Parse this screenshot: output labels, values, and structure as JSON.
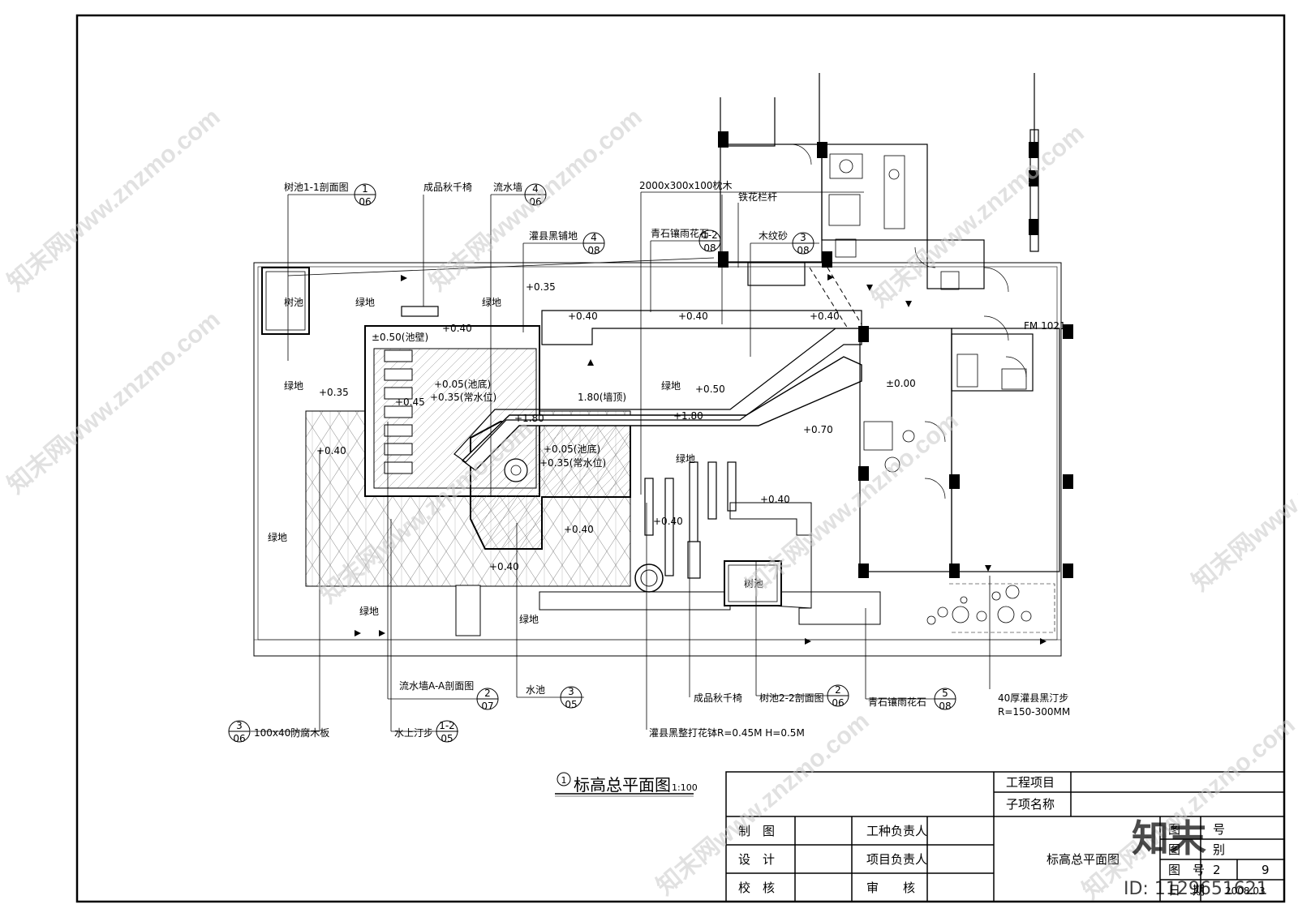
{
  "drawing": {
    "title_number": "1",
    "title": "标高总平面图",
    "scale": "1:100"
  },
  "zones": {
    "tree_pit": "树池",
    "green": "绿地",
    "fm": "FM 1021"
  },
  "elevations": {
    "e035": "+0.35",
    "e040": "+0.40",
    "e045": "+0.45",
    "e050": "+0.50",
    "e070": "+0.70",
    "e000": "±0.00",
    "e180": "+1.80",
    "pool_wall": "±0.50(池壁)",
    "pool_bottom": "+0.05(池底)",
    "water_level": "+0.35(常水位)",
    "wall_top": "1.80(墙顶)"
  },
  "callouts_top": [
    {
      "label": "树池1-1剖面图",
      "num": "1",
      "sheet": "06"
    },
    {
      "label": "成品秋千椅",
      "num": "",
      "sheet": ""
    },
    {
      "label": "流水墙",
      "num": "4",
      "sheet": "06"
    },
    {
      "label": "灌县黑铺地",
      "num": "4",
      "sheet": "08"
    },
    {
      "label": "2000x300x100枕木",
      "num": "",
      "sheet": ""
    },
    {
      "label": "青石镶雨花石",
      "num": "1-2",
      "sheet": "08"
    },
    {
      "label": "铁花栏杆",
      "num": "",
      "sheet": ""
    },
    {
      "label": "木纹砂",
      "num": "3",
      "sheet": "08"
    }
  ],
  "callouts_bottom": [
    {
      "label": "流水墙A-A剖面图",
      "num": "2",
      "sheet": "07"
    },
    {
      "label": "水池",
      "num": "3",
      "sheet": "05"
    },
    {
      "label": "成品秋千椅",
      "num": "",
      "sheet": ""
    },
    {
      "label": "树池2-2剖面图",
      "num": "2",
      "sheet": "06"
    },
    {
      "label": "青石镶雨花石",
      "num": "5",
      "sheet": "08"
    },
    {
      "label": "40厚灌县黑汀步",
      "num": "",
      "sheet": ""
    },
    {
      "label": "R=150-300MM",
      "num": "",
      "sheet": ""
    },
    {
      "label": "100x40防腐木板",
      "num": "3",
      "sheet": "06"
    },
    {
      "label": "水上汀步",
      "num": "1-2",
      "sheet": "05"
    },
    {
      "label": "灌县黑整打花钵R=0.45M H=0.5M",
      "num": "",
      "sheet": ""
    }
  ],
  "title_block": {
    "project": "工程项目",
    "sub_item": "子项名称",
    "draw": "制　图",
    "design": "设　计",
    "check": "校　核",
    "trade_lead": "工种负责人",
    "project_lead": "项目负责人",
    "review": "审　　核",
    "sheet_title": "标高总平面图",
    "cat": "图",
    "cat_value": "号",
    "type": "图",
    "type_value": "别",
    "no_label": "图　号",
    "no_value": "2",
    "no_total": "9",
    "date_label": "日　期",
    "date_value": "2008.03"
  },
  "watermark": {
    "site": "知末网www.znzmo.com",
    "logo": "知末",
    "id": "ID: 1129651621"
  }
}
